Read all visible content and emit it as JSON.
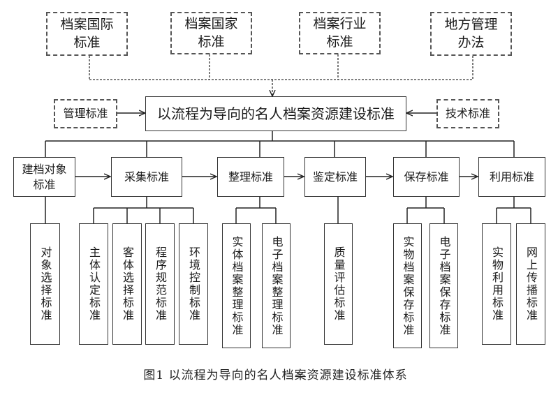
{
  "top_sources": [
    "档案国际\n标准",
    "档案国家\n标准",
    "档案行业\n标准",
    "地方管理\n办法"
  ],
  "center_title": "以流程为导向的名人档案资源建设标准",
  "left_input": "管理标准",
  "right_input": "技术标准",
  "stages": [
    "建档对象\n标准",
    "采集标准",
    "整理标准",
    "鉴定标准",
    "保存标准",
    "利用标准"
  ],
  "leaves": {
    "object": [
      "对象选择标准"
    ],
    "collect": [
      "主体认定标准",
      "客体选择标准",
      "程序规范标准",
      "环境控制标准"
    ],
    "organize": [
      "实体档案整理标准",
      "电子档案整理标准"
    ],
    "appraise": [
      "质量评估标准"
    ],
    "preserve": [
      "实物档案保存标准",
      "电子档案保存标准"
    ],
    "use": [
      "实物利用标准",
      "网上传播标准"
    ]
  },
  "caption": "图1 以流程为导向的名人档案资源建设标准体系"
}
